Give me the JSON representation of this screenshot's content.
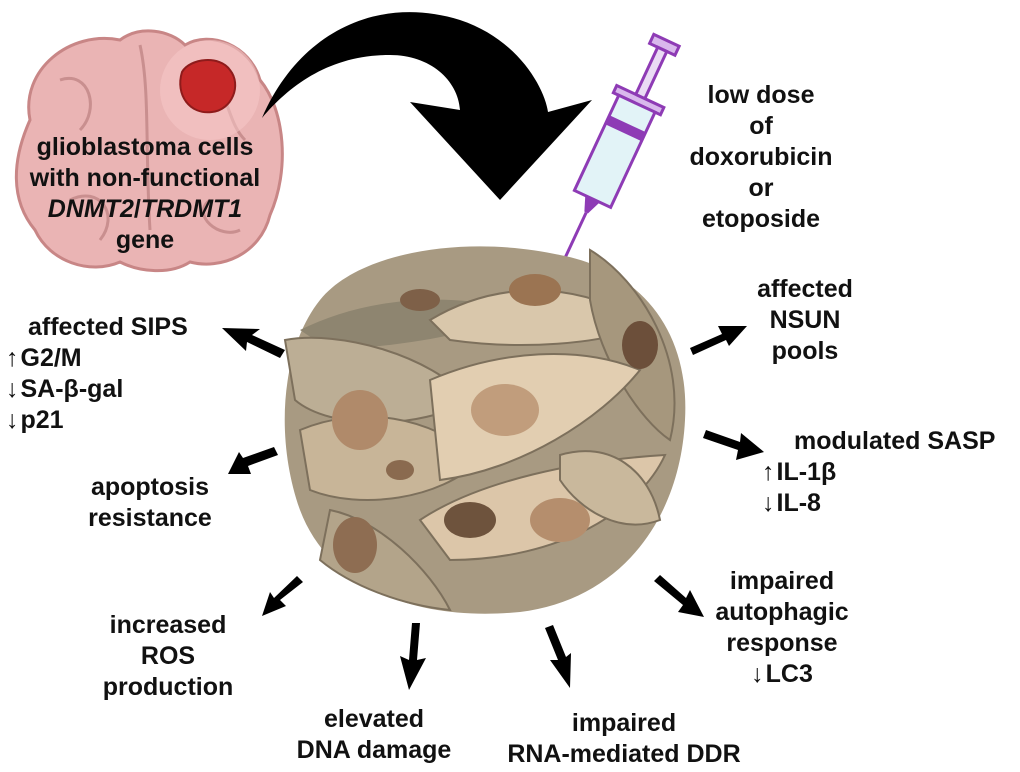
{
  "brain_label": {
    "line1": "glioblastoma cells",
    "line2": "with non-functional",
    "gene_a": "DNMT2",
    "sep": "/",
    "gene_b": "TRDMT1",
    "line4": "gene"
  },
  "drug_label": [
    "low dose",
    "of",
    "doxorubicin",
    "or",
    "etoposide"
  ],
  "sips": {
    "title": "affected SIPS",
    "items": [
      "G2/M",
      "SA-β-gal",
      "p21"
    ],
    "dirs": [
      "up",
      "down",
      "down"
    ]
  },
  "apoptosis": [
    "apoptosis",
    "resistance"
  ],
  "ros": [
    "increased",
    "ROS",
    "production"
  ],
  "dna": [
    "elevated",
    "DNA damage"
  ],
  "rna": [
    "impaired",
    "RNA-mediated DDR"
  ],
  "autophagy": {
    "lines": [
      "impaired",
      "autophagic",
      "response"
    ],
    "item": "LC3",
    "dir": "down"
  },
  "sasp": {
    "title": "modulated SASP",
    "items": [
      "IL-1β",
      "IL-8"
    ],
    "dirs": [
      "up",
      "down"
    ]
  },
  "nsun": [
    "affected",
    "NSUN",
    "pools"
  ],
  "colors": {
    "brain": "#e8a9a9",
    "tumor": "#c62828",
    "cell": "#b9a68c",
    "cell_light": "#d7c4a8",
    "nucleus": "#8b6a4e",
    "syringe": "#b06bd1",
    "arrow": "#000000"
  }
}
